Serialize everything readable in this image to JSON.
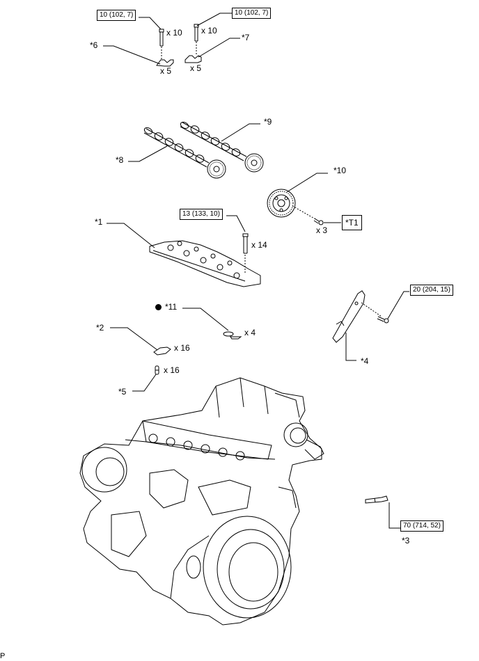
{
  "torque_specs": {
    "t1": "10 (102, 7)",
    "t2": "10 (102, 7)",
    "t3": "13 (133, 10)",
    "t4": "20 (204, 15)",
    "t5": "70 (714, 52)"
  },
  "callouts": {
    "c1": "*1",
    "c2": "*2",
    "c3": "*3",
    "c4": "*4",
    "c5": "*5",
    "c6": "*6",
    "c7": "*7",
    "c8": "*8",
    "c9": "*9",
    "c10": "*10",
    "c11": "*11",
    "t1": "*T1"
  },
  "quantities": {
    "bolt_cap_left": "x 10",
    "bolt_cap_right": "x 10",
    "cap_left": "x 5",
    "cap_right": "x 5",
    "sprocket_bolts": "x 3",
    "housing_bolts": "x 14",
    "gaskets": "x 4",
    "rocker_arms": "x 16",
    "lash_adjusters": "x 16"
  },
  "footer_code": "P"
}
